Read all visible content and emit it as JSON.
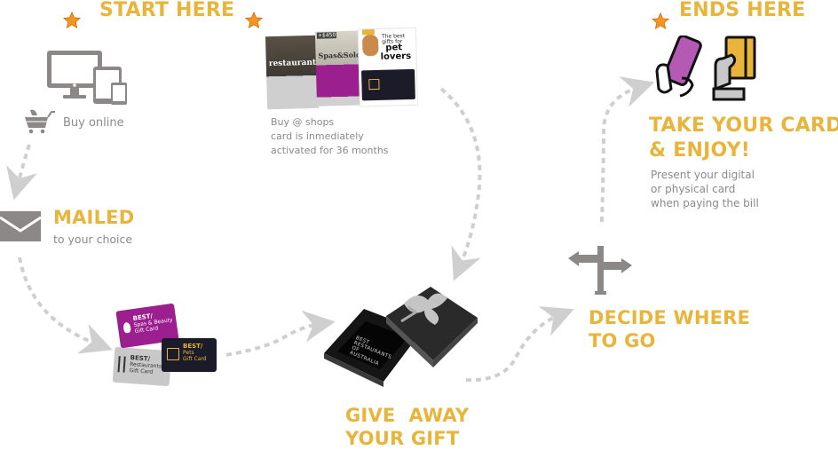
{
  "steps": {
    "start": {
      "title": "START HERE",
      "label": "Buy online"
    },
    "shops": {
      "lines": [
        "Buy @ shops",
        "card is inmediately",
        "activated for 36 months"
      ],
      "cards": {
        "restaurant_banner": "restaurant",
        "spas_banner": "Spas&Solo",
        "price_tag": "+$450",
        "pet_line1": "The best",
        "pet_line2": "gifts for",
        "pet_line3": "pet",
        "pet_line4": "lovers"
      }
    },
    "mailed": {
      "title": "MAILED",
      "subtitle": "to your choice"
    },
    "cards": {
      "spas": {
        "brand": "BEST/",
        "line1": "Spas & Beauty",
        "line2": "Gift Card",
        "color": "#9b1f8e"
      },
      "pets": {
        "brand": "BEST/",
        "line1": "Pets",
        "line2": "Gift Card",
        "color": "#1b1b2a"
      },
      "restaurants": {
        "brand": "BEST/",
        "line1": "Restaurants",
        "line2": "Gift Card",
        "color": "#c8c8c8"
      }
    },
    "gift": {
      "title_line1": "GIVE  AWAY",
      "title_line2": "YOUR GIFT",
      "box_text": [
        "BEST",
        "RESTAURANTS",
        "OF",
        "AUSTRALIA"
      ]
    },
    "decide": {
      "title_line1": "DECIDE WHERE",
      "title_line2": "TO GO"
    },
    "end": {
      "title": "ENDS HERE",
      "heading_line1": "TAKE YOUR CARD",
      "heading_line2": "& ENJOY!",
      "lines": [
        "Present your digital",
        "or physical card",
        "when paying the bill"
      ]
    }
  },
  "colors": {
    "accent": "#e8b43a",
    "icon_gray": "#8c8888",
    "arrow_gray": "#cfcfcf",
    "star": "#f7941d",
    "phone_purple": "#b45ab4",
    "card_gold": "#e8b43a"
  }
}
